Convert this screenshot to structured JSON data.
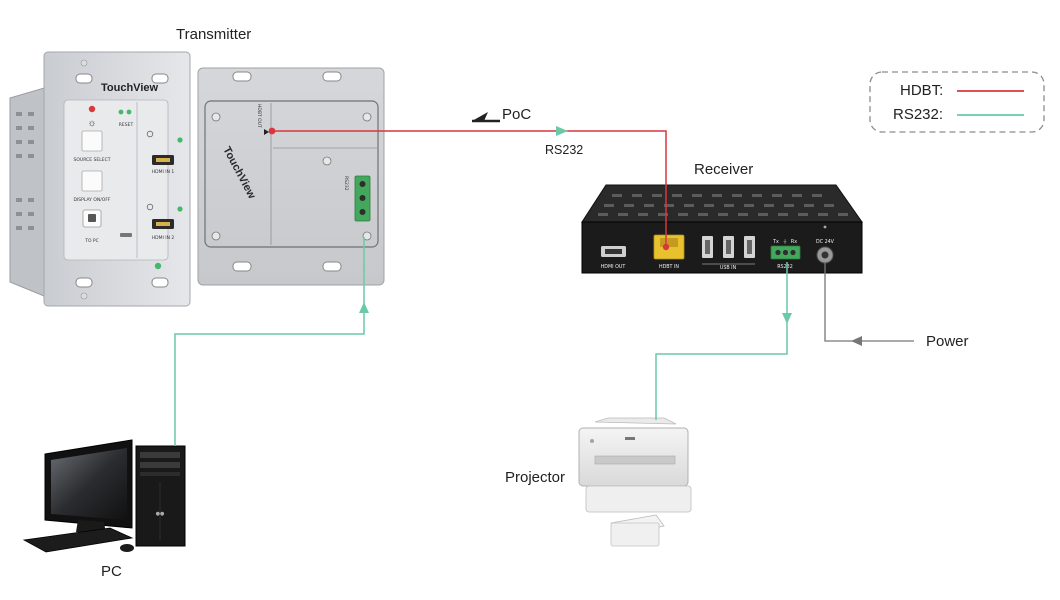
{
  "labels": {
    "transmitter": "Transmitter",
    "receiver": "Receiver",
    "projector": "Projector",
    "pc": "PC",
    "poc": "PoC",
    "rs232_line": "RS232",
    "power": "Power"
  },
  "legend": {
    "items": [
      {
        "label": "HDBT:",
        "color": "#d9363e"
      },
      {
        "label": "RS232:",
        "color": "#6cc9a7"
      }
    ]
  },
  "colors": {
    "hdbt": "#d9363e",
    "rs232": "#6cc9a7",
    "power": "#777777"
  },
  "transmitter_device": {
    "brand": "TouchView",
    "source_select": "SOURCE SELECT",
    "display_onoff": "DISPLAY ON/OFF",
    "to_pc": "TO PC",
    "reset": "RESET",
    "hdmi1": "HDMI IN 1",
    "hdmi2": "HDMI IN 2",
    "hdbt_out": "HDBT OUT",
    "rs232": "RS232"
  },
  "receiver_device": {
    "hdmi_out": "HDMI OUT",
    "hdbt_in": "HDBT IN",
    "usb_in": "USB IN",
    "rs232": "RS232",
    "tx": "Tx",
    "rx": "Rx",
    "dc": "DC 24V"
  }
}
